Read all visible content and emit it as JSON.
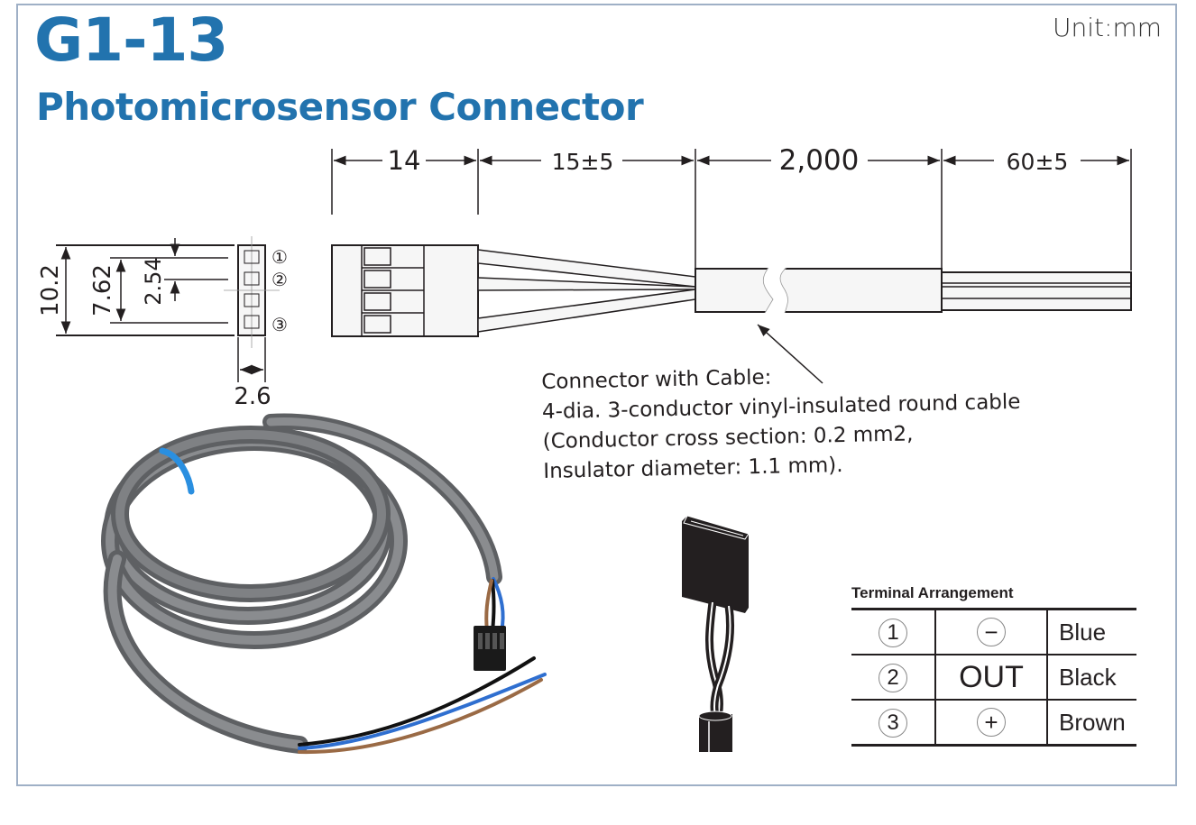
{
  "header": {
    "model": "G1-13",
    "subtitle": "Photomicrosensor Connector",
    "unit": "Unit:mm"
  },
  "dimensions": {
    "top": [
      "14",
      "15±5",
      "2,000",
      "60±5"
    ],
    "side": {
      "height_total": "10.2",
      "pin_span": "7.62",
      "pitch": "2.54",
      "width": "2.6"
    },
    "pin_labels": [
      "①",
      "②",
      "③"
    ]
  },
  "note": {
    "lines": [
      "Connector with Cable:",
      "4-dia. 3-conductor vinyl-insulated round cable",
      "(Conductor cross section: 0.2 mm2,",
      "Insulator diameter: 1.1 mm)."
    ]
  },
  "terminal": {
    "title": "Terminal Arrangement",
    "rows": [
      {
        "pin": "1",
        "function": "−",
        "color": "Blue"
      },
      {
        "pin": "2",
        "function": "OUT",
        "color": "Black"
      },
      {
        "pin": "3",
        "function": "+",
        "color": "Brown"
      }
    ]
  },
  "colors": {
    "brand_blue": "#2273ae",
    "frame": "#9fb0c6",
    "wire_blue": "#2f6fd0",
    "wire_black": "#111111",
    "wire_brown": "#9a6a45",
    "cable_gray": "#707275"
  }
}
